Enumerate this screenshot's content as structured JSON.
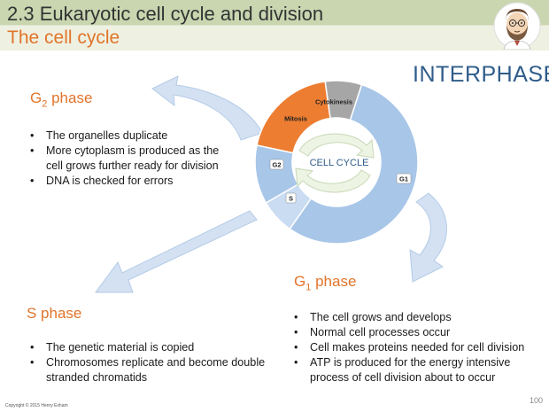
{
  "header": {
    "title": "2.3 Eukaryotic cell cycle and division",
    "subtitle": "The cell cycle"
  },
  "cycle": {
    "center_label": "CELL CYCLE",
    "segments": [
      {
        "label": "G1",
        "color": "#a8c6e8"
      },
      {
        "label": "S",
        "color": "#c9dcf2"
      },
      {
        "label": "G2",
        "color": "#a8c6e8"
      },
      {
        "label": "Mitosis",
        "color": "#ed7d31"
      },
      {
        "label": "Cytokinesis",
        "color": "#a6a6a6"
      }
    ]
  },
  "interphase_label": "INTERPHASE",
  "phases": {
    "g2": {
      "title_main": "G",
      "title_sub": "2",
      "title_rest": " phase",
      "bullets": [
        "The organelles duplicate",
        "More cytoplasm is produced as the cell grows further ready for division",
        "DNA is checked for errors"
      ]
    },
    "s": {
      "title": "S phase",
      "bullets": [
        "The genetic material is copied",
        "Chromosomes replicate and become double stranded chromatids"
      ]
    },
    "g1": {
      "title_main": "G",
      "title_sub": "1",
      "title_rest": " phase",
      "bullets": [
        "The cell grows and develops",
        "Normal cell processes occur",
        "Cell makes proteins needed for cell division",
        "ATP is produced for the energy intensive process of cell division about to occur"
      ]
    }
  },
  "footer": {
    "copyright": "Copyright © 2015 Henry Exham",
    "page_number": "100"
  },
  "colors": {
    "accent_orange": "#e2742a",
    "header_band": "#c9d6b0",
    "interphase_blue": "#2f5c8a",
    "arrow_blue": "#d3e1f3"
  }
}
